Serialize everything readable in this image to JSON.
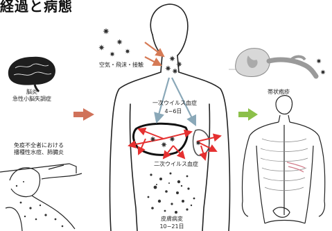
{
  "heading": "経過と病態",
  "labels": {
    "transmission": "空気・飛沫・接触",
    "primary_viremia": "一次ウイルス血症",
    "primary_days": "4−6日",
    "secondary_viremia": "二次ウイルス血症",
    "skin_lesion": "皮膚病変",
    "skin_days": "10−21日",
    "brain_line1": "脳炎",
    "brain_line2": "急性小脳失調症",
    "immuno_line1": "免疫不全者における",
    "immuno_line2": "播種性水痘、肺臓炎",
    "zoster": "帯状疱疹"
  },
  "colors": {
    "left_arrow": "#d0725a",
    "right_arrow": "#8cc04a",
    "entry_arrow": "#d67a55",
    "spread_arrow": "#e53030",
    "viremia_arrow": "#8aa8b8",
    "outline": "#222222",
    "virus": "#333333"
  }
}
